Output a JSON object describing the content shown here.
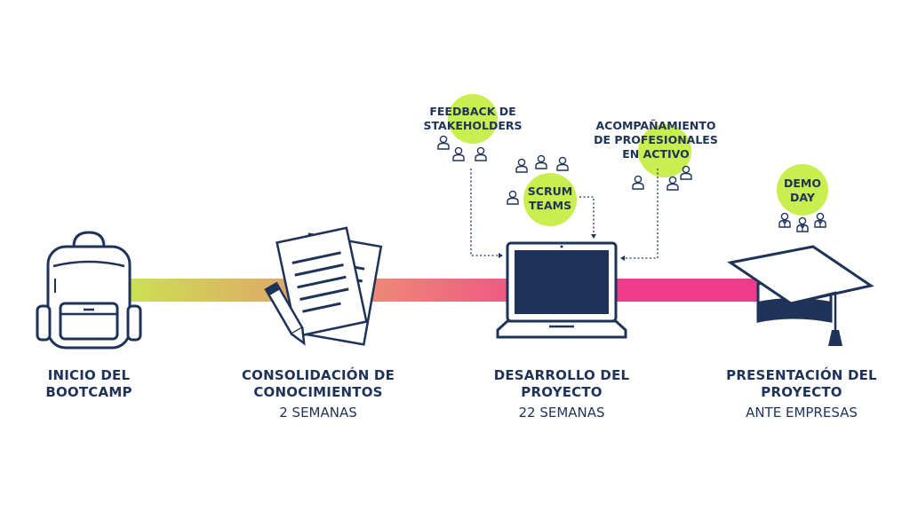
{
  "colors": {
    "navy": "#1f3358",
    "lime": "#c8ee4f",
    "bar_start": "#c9e64f",
    "bar_mid": "#ee7d7a",
    "bar_end": "#f23a8c"
  },
  "stages": [
    {
      "title_line1": "INICIO DEL",
      "title_line2": "BOOTCAMP",
      "subtitle": "",
      "icon": "backpack-icon"
    },
    {
      "title_line1": "CONSOLIDACIÓN DE",
      "title_line2": "CONOCIMIENTOS",
      "subtitle": "2 SEMANAS",
      "icon": "documents-pencil-icon"
    },
    {
      "title_line1": "DESARROLLO DEL",
      "title_line2": "PROYECTO",
      "subtitle": "22 SEMANAS",
      "icon": "laptop-icon"
    },
    {
      "title_line1": "PRESENTACIÓN DEL",
      "title_line2": "PROYECTO",
      "subtitle": "ANTE EMPRESAS",
      "icon": "graduation-cap-icon"
    }
  ],
  "bubbles": {
    "feedback": {
      "line1": "FEEDBACK DE",
      "line2": "STAKEHOLDERS"
    },
    "scrum": {
      "line1": "SCRUM",
      "line2": "TEAMS"
    },
    "mentoring": {
      "line1": "ACOMPAÑAMIENTO",
      "line2": "DE PROFESIONALES",
      "line3": "EN ACTIVO"
    },
    "demo": {
      "line1": "DEMO",
      "line2": "DAY"
    }
  }
}
